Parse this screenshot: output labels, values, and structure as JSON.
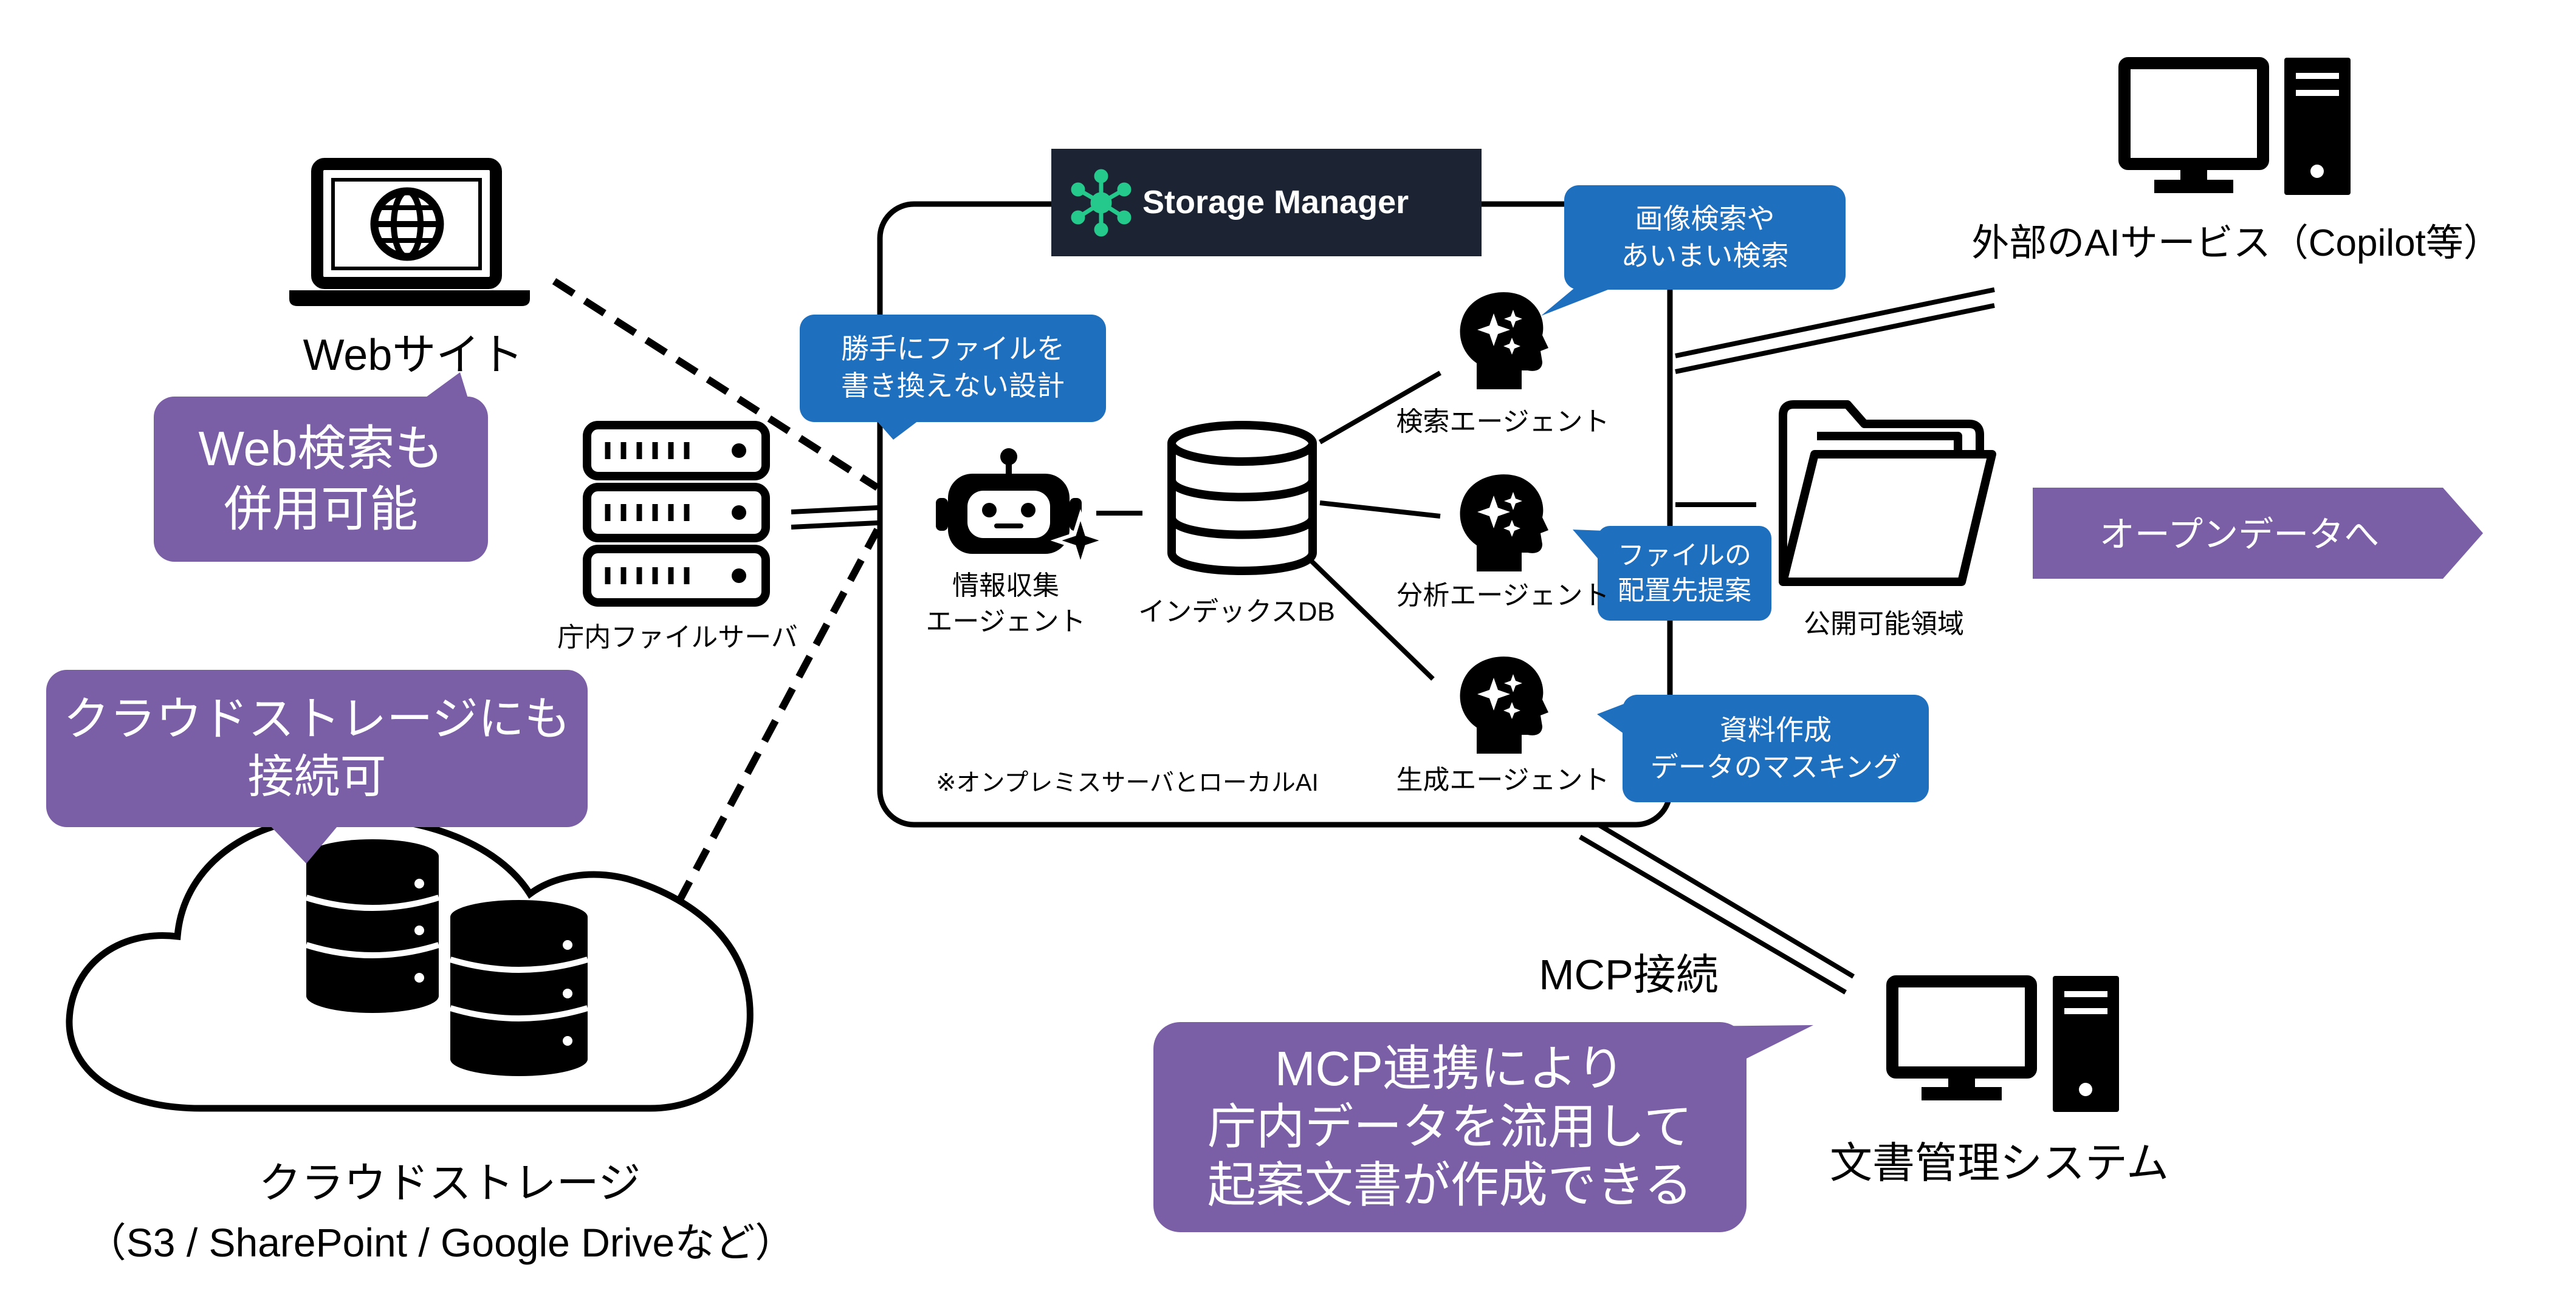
{
  "colors": {
    "purple": "#7a5fa6",
    "blue": "#1f6fbf",
    "header_bg": "#1c2332",
    "brand_green": "#25c98c",
    "line": "#000000"
  },
  "header": {
    "title": "Storage Manager",
    "icon": "molecule-icon"
  },
  "sources": {
    "website": {
      "label": "Webサイト",
      "icon": "laptop-globe-icon"
    },
    "file_server": {
      "label": "庁内ファイルサーバ",
      "icon": "server-rack-icon"
    },
    "cloud": {
      "label": "クラウドストレージ",
      "sublabel": "（S3 / SharePoint / Google Driveなど）",
      "icon": "cloud-database-icon"
    }
  },
  "callouts": {
    "web_search": "Web検索も\n併用可能",
    "cloud_connect": "クラウドストレージにも\n接続可",
    "no_overwrite": "勝手にファイルを\n書き換えない設計",
    "fuzzy_search": "画像検索や\nあいまい検索",
    "placement": "ファイルの\n配置先提案",
    "masking": "資料作成\nデータのマスキング",
    "mcp": "MCP連携により\n庁内データを流用して\n起案文書が作成できる"
  },
  "agents": {
    "collector": "情報収集\nエージェント",
    "index_db": "インデックスDB",
    "search": "検索エージェント",
    "analysis": "分析エージェント",
    "generation": "生成エージェント"
  },
  "note": "※オンプレミスサーバとローカルAI",
  "targets": {
    "external_ai": "外部のAIサービス（Copilot等）",
    "public_area": "公開可能領域",
    "open_data": "オープンデータへ",
    "mcp_connection": "MCP接続",
    "doc_system": "文書管理システム"
  }
}
